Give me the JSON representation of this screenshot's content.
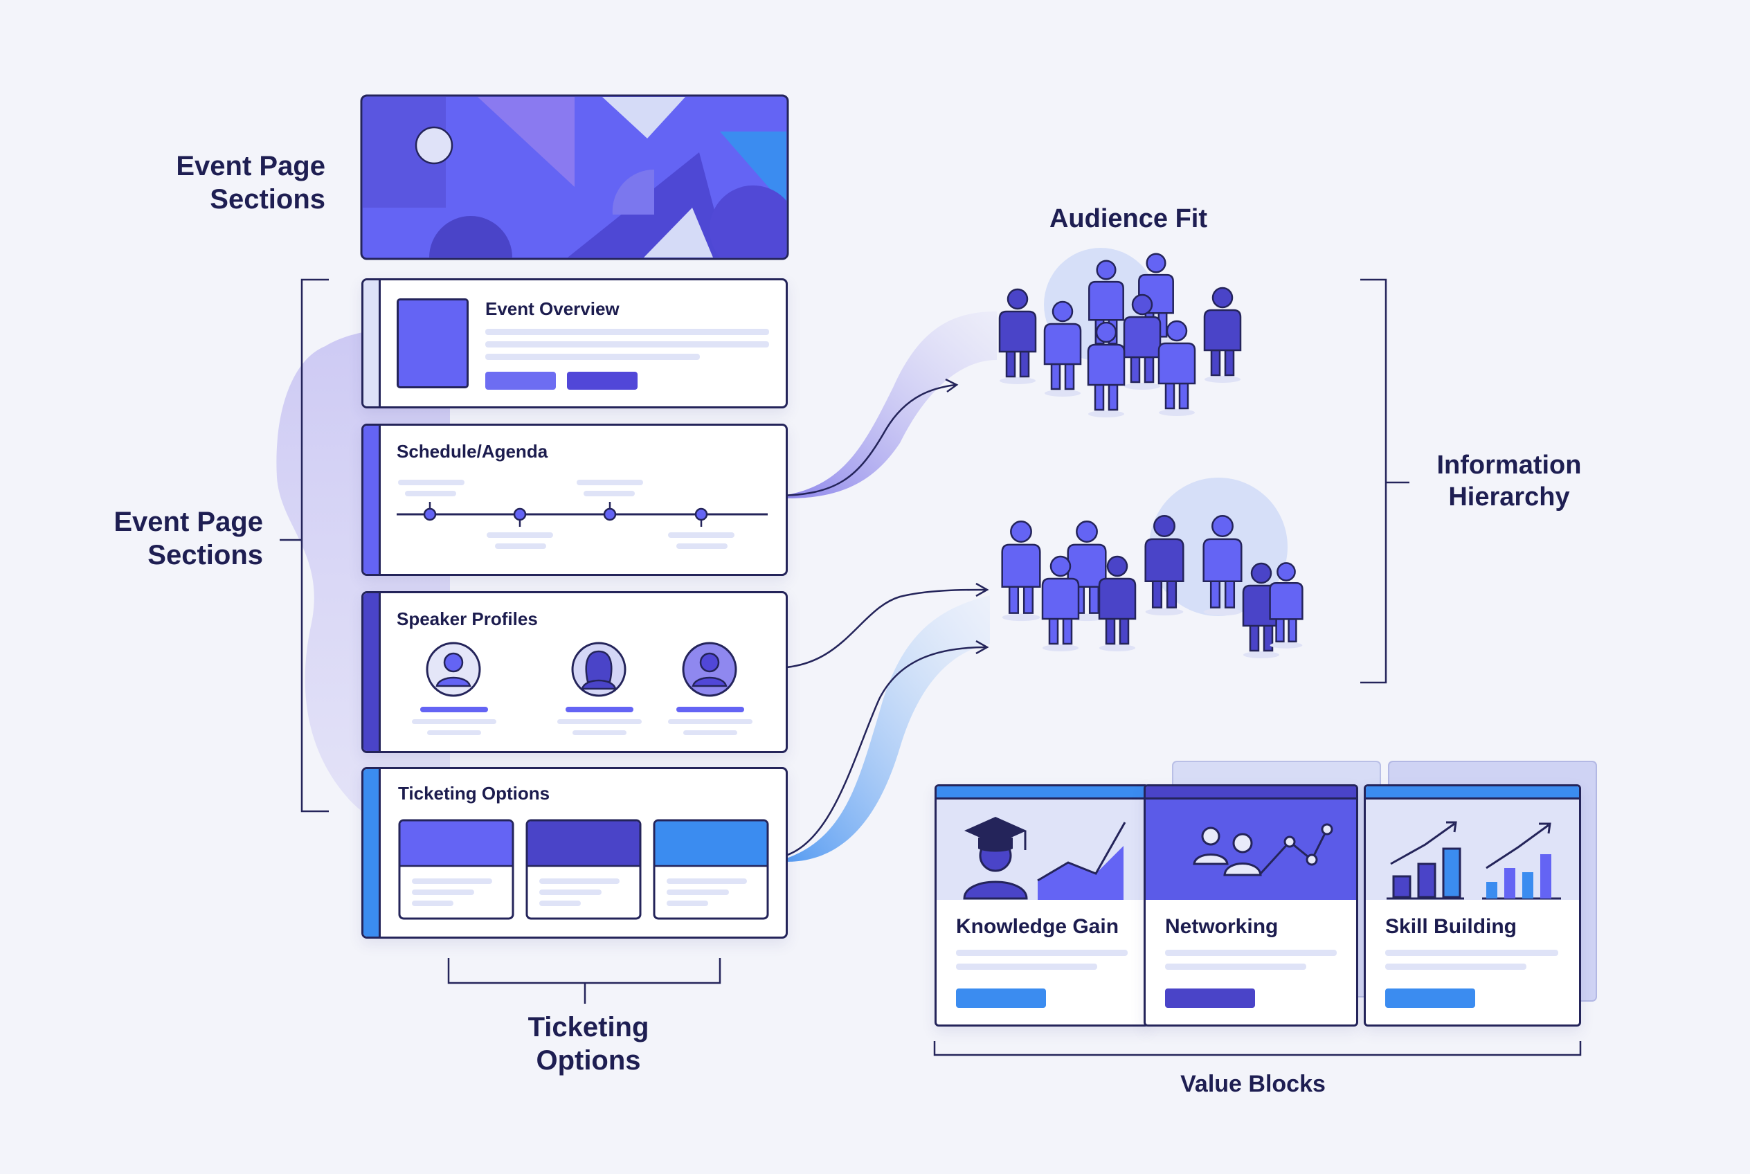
{
  "labels": {
    "event_page_sections_top": "Event Page\nSections",
    "event_page_sections_left": "Event Page\nSections",
    "ticketing_options_bottom": "Ticketing\nOptions",
    "audience_fit": "Audience Fit",
    "information_hierarchy": "Information\nHierarchy",
    "value_blocks": "Value Blocks"
  },
  "cards": {
    "event_overview": "Event Overview",
    "schedule_agenda": "Schedule/Agenda",
    "speaker_profiles": "Speaker Profiles",
    "ticketing_options": "Ticketing Options"
  },
  "value_blocks": [
    {
      "title": "Knowledge Gain",
      "icon": "graduation-cap-icon"
    },
    {
      "title": "Networking",
      "icon": "network-people-icon"
    },
    {
      "title": "Skill Building",
      "icon": "growth-chart-icon"
    }
  ],
  "colors": {
    "primary": "#5b5be8",
    "deep": "#4a44c8",
    "blue": "#3b8cf0",
    "navy": "#1e1e52",
    "lavender": "#dde1f8"
  }
}
